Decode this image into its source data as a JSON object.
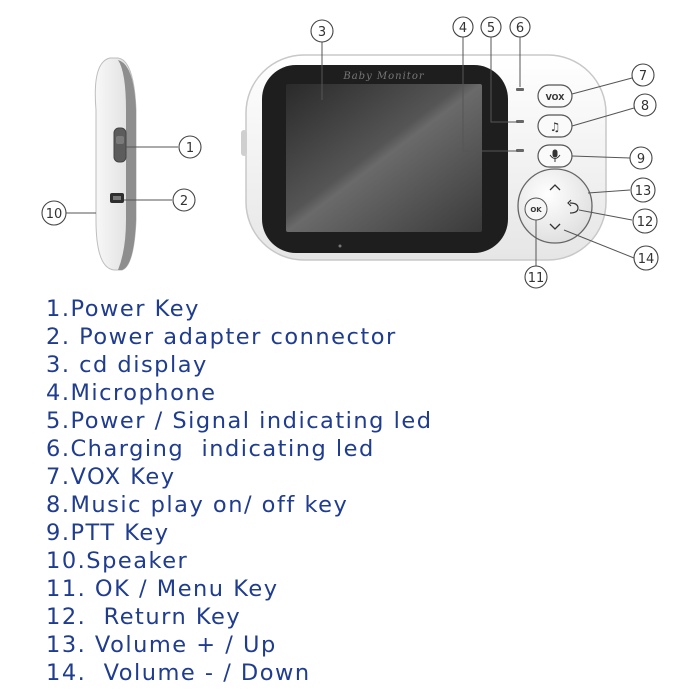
{
  "device": {
    "brand_text": "Baby Monitor",
    "ok_label": "OK",
    "vox_label": "VOX"
  },
  "callouts": {
    "c1": "1",
    "c2": "2",
    "c3": "3",
    "c4": "4",
    "c5": "5",
    "c6": "6",
    "c7": "7",
    "c8": "8",
    "c9": "9",
    "c10": "10",
    "c11": "11",
    "c12": "12",
    "c13": "13",
    "c14": "14"
  },
  "legend": [
    "1.Power Key",
    "2. Power adapter connector",
    "3. cd display",
    "4.Microphone",
    "5.Power / Signal indicating led",
    "6.Charging  indicating led",
    "7.VOX Key",
    "8.Music play on/ off key",
    "9.PTT Key",
    "10.Speaker",
    "11. OK / Menu Key",
    "12.  Return Key",
    "13. Volume + / Up",
    "14.  Volume - / Down"
  ],
  "colors": {
    "legend_text": "#1f3c8f",
    "device_body": "#f4f4f4",
    "screen_bezel": "#1e1e1e",
    "side_grip": "#8a8a8a"
  },
  "icons": [
    "power-slider-icon",
    "usb-port-icon",
    "music-note-icon",
    "microphone-icon",
    "chevron-up-icon",
    "chevron-down-icon",
    "return-arrow-icon"
  ]
}
